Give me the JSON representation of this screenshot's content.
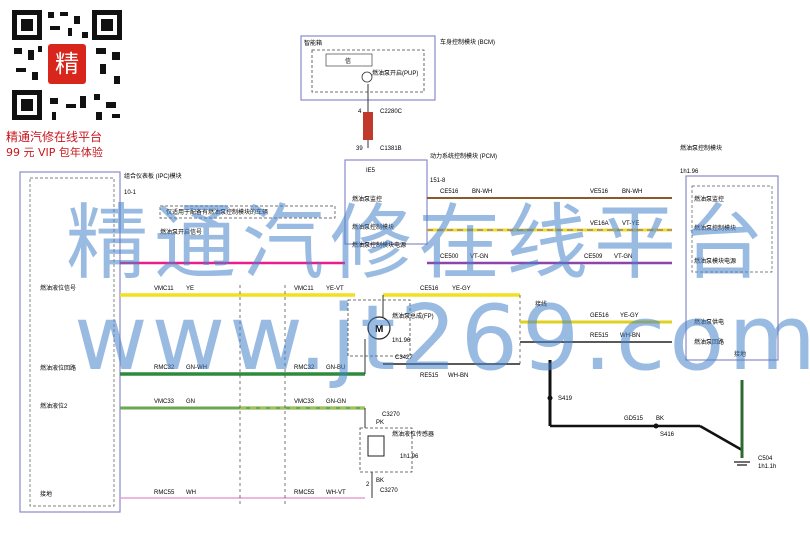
{
  "brand": {
    "qr_badge": "精",
    "title": "精通汽修在线平台",
    "subtitle": "99 元 VIP 包年体验"
  },
  "watermark": {
    "text_cn": "精通汽修在线平台",
    "text_url": "www.jt269.com"
  },
  "modules": {
    "bcm_box_label": "智能箱",
    "bcm_title": "车身控制模块 (BCM)",
    "bcm_inner": "信",
    "bcm_switch": "燃油泵开启(PUP)",
    "pcm_title": "动力系统控制模块 (PCM)",
    "pcm_pin_ref": "151-8",
    "pcm_pin_es": "IE5",
    "ipc_title": "组合仪表板 (IPC)模块",
    "ipc_pin_ref": "10-1",
    "fpcm_title": "燃油泵控制模块",
    "fpcm_pin_ref": "1h1.96",
    "fpcm_rows": [
      "燃油泵监控",
      "燃油泵控制模块",
      "燃油泵模块电源"
    ],
    "fpcm_lower": [
      "燃油泵供电",
      "燃油泵回路"
    ],
    "fpcm_ground": "接地"
  },
  "connectors": {
    "c2280c": "C2280C",
    "c1381b": "C1381B",
    "c3270a": "C3270",
    "c3270b": "C3270",
    "c3427": "C3427",
    "c504": "C504",
    "c504_ref": "1h1.1h",
    "s419": "S419",
    "s416": "S416",
    "pin_4": "4",
    "pin_39": "39",
    "pin_2": "2"
  },
  "wires": [
    {
      "label": "CE516",
      "color": "BN-WH"
    },
    {
      "label": "VE516",
      "color": "BN-WH"
    },
    {
      "label": "VE16A",
      "color": "VT-YE"
    },
    {
      "label": "CE500",
      "color": "VT-GN"
    },
    {
      "label": "CE509",
      "color": "VT-GN"
    },
    {
      "label": "VMC11",
      "color": "YE"
    },
    {
      "label": "VMC11",
      "color": "YE-VT"
    },
    {
      "label": "CE516",
      "color": "YE-GY"
    },
    {
      "label": "RMC32",
      "color": "GN-WH"
    },
    {
      "label": "RMC32",
      "color": "GN-BU"
    },
    {
      "label": "VMC33",
      "color": "GN"
    },
    {
      "label": "VMC33",
      "color": "GN-GN"
    },
    {
      "label": "RMC55",
      "color": "WH"
    },
    {
      "label": "RMC55",
      "color": "WH-VT"
    },
    {
      "label": "RE515",
      "color": "WH-BN"
    },
    {
      "label": "GE516",
      "color": "YE-GY"
    },
    {
      "label": "RE515",
      "color": "WH-BN"
    },
    {
      "label": "GD515",
      "color": "BK"
    }
  ],
  "ipc_rows": [
    "燃油液位信号",
    "燃油液位回路",
    "燃油液位2",
    "接地"
  ],
  "pcm_rows": [
    "燃油泵监控",
    "燃油泵控制模块",
    "燃油泵控制模块电源"
  ],
  "notes": {
    "note1": "仅适用于配备有燃油泵控制模块的车辆",
    "note2": "燃油泵开启信号"
  },
  "components": {
    "pump": "燃油泵总成(FP)",
    "pump_ref": "1h1.96",
    "sender": "燃油液位传感器",
    "sender_ref": "1h1.96",
    "sender_pk": "PK",
    "sender_bk": "BK",
    "relay_label": "接线"
  }
}
